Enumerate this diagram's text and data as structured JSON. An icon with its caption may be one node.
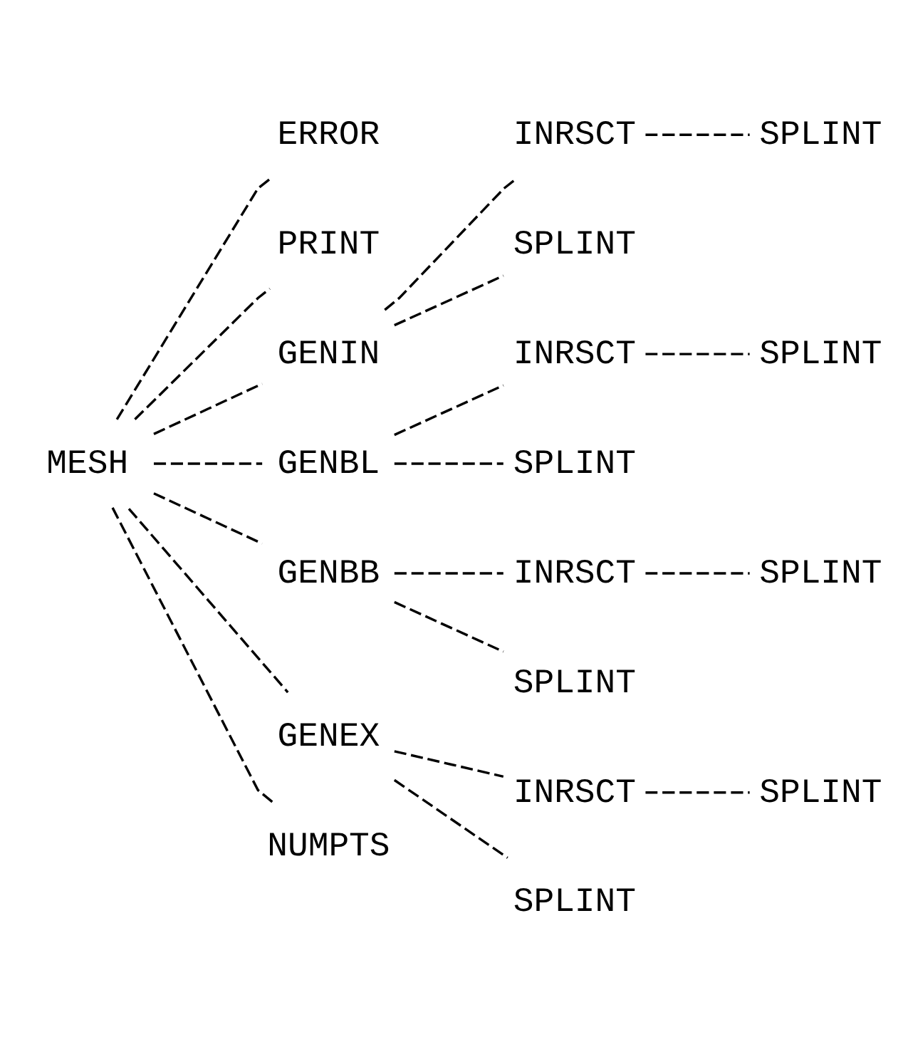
{
  "diagram": {
    "nodes": [
      {
        "text": [
          "MESH"
        ]
      },
      {
        "text": [
          "ERROR"
        ]
      },
      {
        "text": [
          "PRINT"
        ]
      },
      {
        "text": [
          "GENIN"
        ]
      },
      {
        "text": [
          "INRSCT"
        ]
      },
      {
        "text": [
          "SPLINT"
        ]
      },
      {
        "text": [
          "SPLINT"
        ]
      },
      {
        "text": [
          "GENBL"
        ]
      },
      {
        "text": [
          "INRSCT"
        ]
      },
      {
        "text": [
          "SPLINT"
        ]
      },
      {
        "text": [
          "SPLINT"
        ]
      },
      {
        "text": [
          "GENBB"
        ]
      },
      {
        "text": [
          "INRSCT"
        ]
      },
      {
        "text": [
          "SPLINT"
        ]
      },
      {
        "text": [
          "SPLINT"
        ]
      },
      {
        "text": [
          "GENEX"
        ]
      },
      {
        "text": [
          "INRSCT"
        ]
      },
      {
        "text": [
          "SPLINT"
        ]
      },
      {
        "text": [
          "SPLINT"
        ]
      },
      {
        "text": [
          "NUMPTS"
        ]
      }
    ],
    "edges": [
      {
        "from": 0,
        "to": 1,
        "arrow": "none",
        "style": "dashed"
      },
      {
        "from": 0,
        "to": 2,
        "arrow": "none",
        "style": "dashed"
      },
      {
        "from": 0,
        "to": 3,
        "arrow": "none",
        "style": "dashed"
      },
      {
        "from": 3,
        "to": 4,
        "arrow": "none",
        "style": "dashed"
      },
      {
        "from": 4,
        "to": 5,
        "arrow": "none",
        "style": "dashed"
      },
      {
        "from": 3,
        "to": 6,
        "arrow": "none",
        "style": "dashed"
      },
      {
        "from": 0,
        "to": 7,
        "arrow": "none",
        "style": "dashed"
      },
      {
        "from": 7,
        "to": 8,
        "arrow": "none",
        "style": "dashed"
      },
      {
        "from": 8,
        "to": 9,
        "arrow": "none",
        "style": "dashed"
      },
      {
        "from": 7,
        "to": 10,
        "arrow": "none",
        "style": "dashed"
      },
      {
        "from": 0,
        "to": 11,
        "arrow": "none",
        "style": "dashed"
      },
      {
        "from": 11,
        "to": 12,
        "arrow": "none",
        "style": "dashed"
      },
      {
        "from": 12,
        "to": 13,
        "arrow": "none",
        "style": "dashed"
      },
      {
        "from": 11,
        "to": 14,
        "arrow": "none",
        "style": "dashed"
      },
      {
        "from": 0,
        "to": 15,
        "arrow": "none",
        "style": "dashed"
      },
      {
        "from": 15,
        "to": 16,
        "arrow": "none",
        "style": "dashed"
      },
      {
        "from": 16,
        "to": 17,
        "arrow": "none",
        "style": "dashed"
      },
      {
        "from": 15,
        "to": 18,
        "arrow": "none",
        "style": "dashed"
      },
      {
        "from": 0,
        "to": 19,
        "arrow": "none",
        "style": "dashed"
      }
    ]
  }
}
